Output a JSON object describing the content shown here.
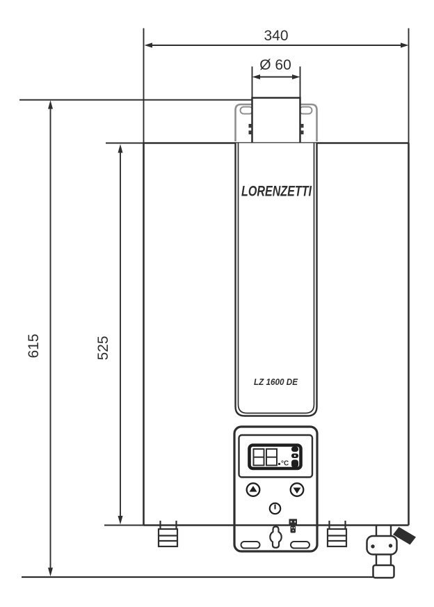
{
  "drawing": {
    "brand": "LORENZETTI",
    "model": "LZ 1600 DE",
    "dimensions": {
      "width_mm": "340",
      "flue_diameter": "Ø 60",
      "total_height_mm": "615",
      "body_height_mm": "525"
    },
    "display": {
      "unit": "°C"
    },
    "colors": {
      "line": "#2e2e2e",
      "bracket": "#8f8f8f",
      "background": "#ffffff"
    }
  }
}
